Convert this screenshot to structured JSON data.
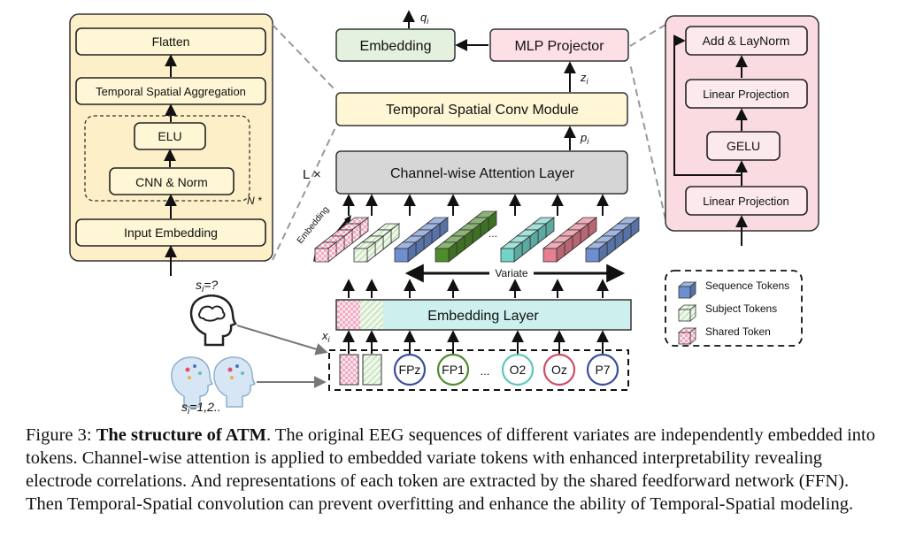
{
  "figure": {
    "left_panel": {
      "flatten": "Flatten",
      "aggregation": "Temporal Spatial Aggregation",
      "elu": "ELU",
      "cnn_norm": "CNN & Norm",
      "repeat": "N *",
      "input_embedding": "Input Embedding"
    },
    "center": {
      "embedding": "Embedding",
      "mlp_projector": "MLP Projector",
      "q_label": "q",
      "q_sub": "i",
      "z_label": "z",
      "z_sub": "i",
      "p_label": "p",
      "p_sub": "i",
      "conv_module": "Temporal Spatial Conv Module",
      "attention_layer": "Channel-wise Attention Layer",
      "layer_repeat": "L ×",
      "embedding_dim_label": "Embedding",
      "token_ellipsis": "...",
      "variate_label": "Variate",
      "embedding_layer": "Embedding Layer",
      "x_label": "x",
      "x_sub": "i",
      "s_unknown": "s",
      "s_unknown_sub": "i",
      "s_unknown_value": "=?",
      "s_known": "s",
      "s_known_sub": "i",
      "s_known_value": "=1,2..",
      "channels": [
        "FPz",
        "FP1",
        "...",
        "O2",
        "Oz",
        "P7"
      ]
    },
    "right_panel": {
      "add_laynorm": "Add & LayNorm",
      "linear_projection_top": "Linear Projection",
      "gelu": "GELU",
      "linear_projection_bottom": "Linear Projection"
    },
    "legend": {
      "sequence_tokens": "Sequence Tokens",
      "subject_tokens": "Subject Tokens",
      "shared_token": "Shared Token"
    },
    "colors": {
      "left_panel_bg": "#fdf0c8",
      "right_panel_bg": "#fadbe2",
      "conv_box": "#fef6d5",
      "embedding_box": "#e3f1de",
      "mlp_box": "#fce0e6",
      "attention_box": "#d6d6d6",
      "embedding_layer": "#cdf0ef",
      "seq_blue": "#6d8fcf",
      "seq_green": "#4e8c2c",
      "seq_teal": "#72d3c8",
      "seq_pink": "#e67f90",
      "subject_green": "#dff0d6",
      "shared_pink": "#f6cfdc"
    }
  },
  "caption": {
    "prefix": "Figure 3: ",
    "title": "The structure of ATM",
    "body": ". The original EEG sequences of different variates are independently embedded into tokens. Channel-wise attention is applied to embedded variate tokens with enhanced interpretability revealing electrode correlations. And representations of each token are extracted by the shared feedforward network (FFN). Then Temporal-Spatial convolution can prevent overfitting and enhance the ability of Temporal-Spatial modeling."
  }
}
